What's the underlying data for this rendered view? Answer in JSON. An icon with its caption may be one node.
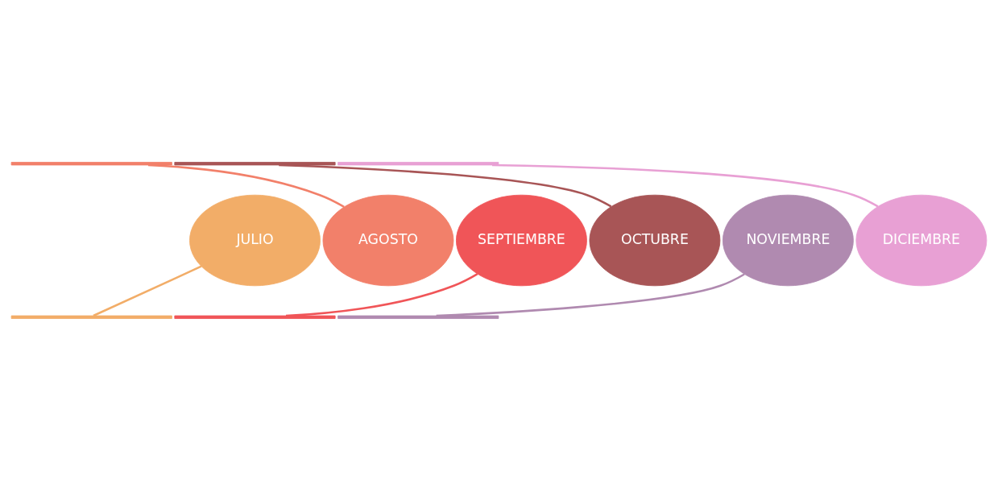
{
  "diagram": {
    "nodes": [
      {
        "text": [
          "JULIO"
        ]
      },
      {
        "text": [
          "AGOSTO"
        ]
      },
      {
        "text": [
          "SEPTIEMBRE"
        ]
      },
      {
        "text": [
          "OCTUBRE"
        ]
      },
      {
        "text": [
          "NOVIEMBRE"
        ]
      },
      {
        "text": [
          "DICIEMBRE"
        ]
      },
      {
        "text": [],
        "shape": "bar"
      },
      {
        "text": [],
        "shape": "bar"
      },
      {
        "text": [],
        "shape": "bar"
      },
      {
        "text": [],
        "shape": "bar"
      },
      {
        "text": [],
        "shape": "bar"
      },
      {
        "text": [],
        "shape": "bar"
      }
    ],
    "edges": [
      {
        "from": 0,
        "to": 9,
        "arrow": "none",
        "color": "#f2ad68"
      },
      {
        "from": 1,
        "to": 6,
        "arrow": "none",
        "color": "#f2806a"
      },
      {
        "from": 2,
        "to": 10,
        "arrow": "none",
        "color": "#f05558"
      },
      {
        "from": 3,
        "to": 7,
        "arrow": "none",
        "color": "#a85556"
      },
      {
        "from": 4,
        "to": 11,
        "arrow": "none",
        "color": "#b08ab0"
      },
      {
        "from": 5,
        "to": 8,
        "arrow": "none",
        "color": "#e8a0d4"
      }
    ]
  }
}
